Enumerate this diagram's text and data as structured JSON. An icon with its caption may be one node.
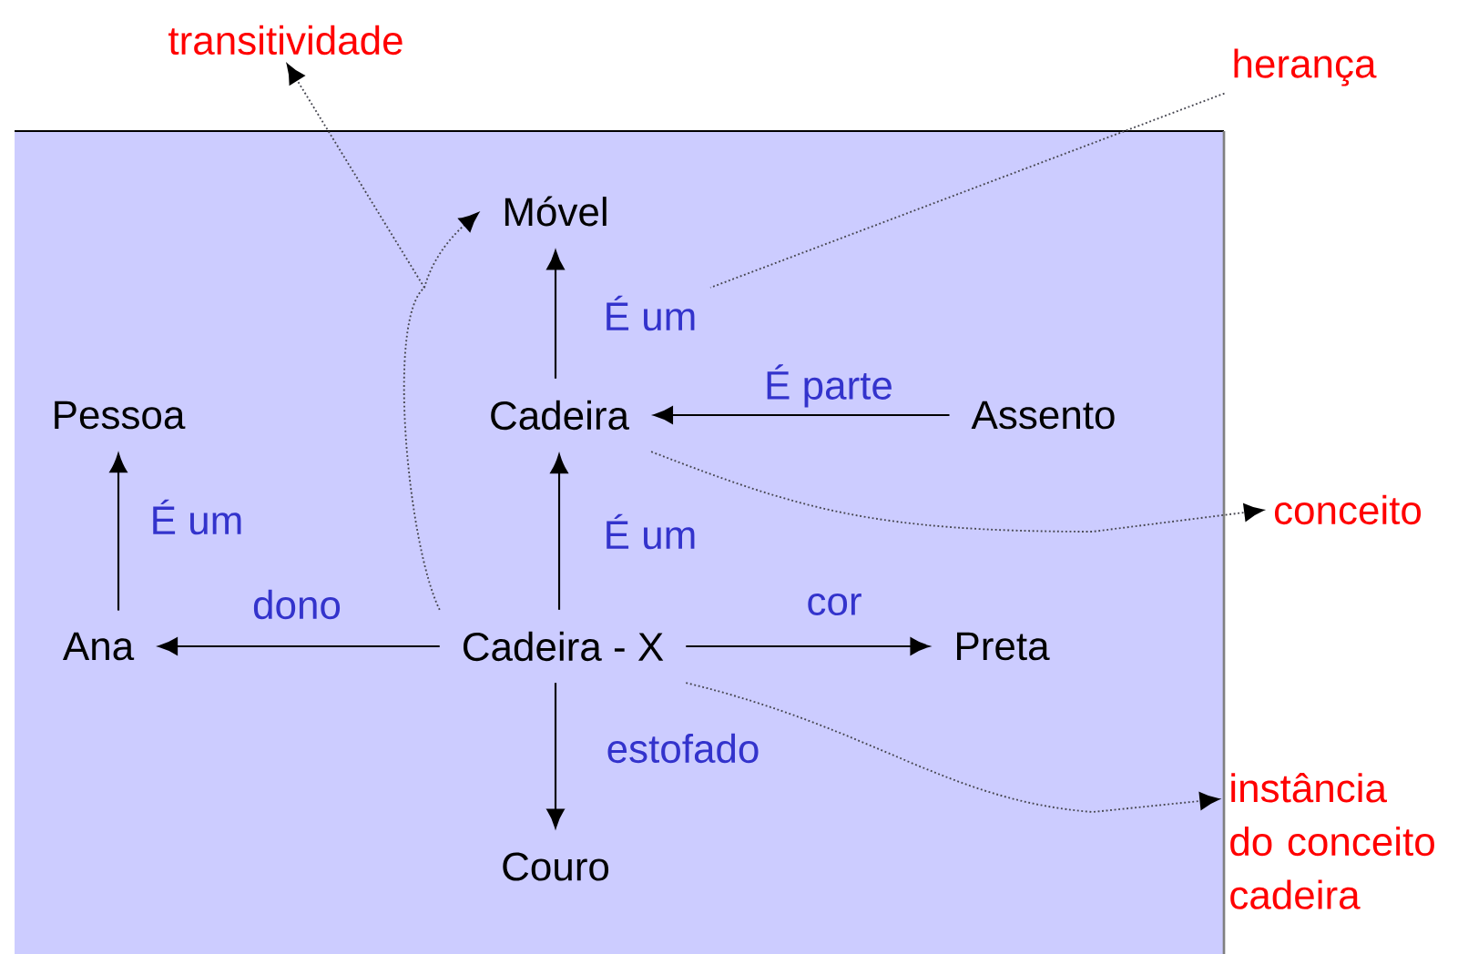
{
  "diagram": {
    "nodes": [
      {
        "text": [
          "Móvel"
        ]
      },
      {
        "text": [
          "Pessoa"
        ]
      },
      {
        "text": [
          "Cadeira"
        ]
      },
      {
        "text": [
          "Assento"
        ]
      },
      {
        "text": [
          "Ana"
        ]
      },
      {
        "text": [
          "Cadeira - X"
        ]
      },
      {
        "text": [
          "Preta"
        ]
      },
      {
        "text": [
          "Couro"
        ]
      },
      {
        "text": [
          "transitividade"
        ]
      },
      {
        "text": [
          "herança"
        ]
      },
      {
        "text": [
          "conceito"
        ]
      },
      {
        "text": [
          "instância do conceito cadeira"
        ]
      }
    ],
    "edges": [
      {
        "from": 2,
        "to": 0,
        "arrow": "to",
        "label": "É um"
      },
      {
        "from": 3,
        "to": 2,
        "arrow": "to",
        "label": "É parte"
      },
      {
        "from": 5,
        "to": 2,
        "arrow": "to",
        "label": "É um"
      },
      {
        "from": 4,
        "to": 1,
        "arrow": "to",
        "label": "É um"
      },
      {
        "from": 5,
        "to": 4,
        "arrow": "to",
        "label": "dono"
      },
      {
        "from": 5,
        "to": 6,
        "arrow": "to",
        "label": "cor"
      },
      {
        "from": 5,
        "to": 7,
        "arrow": "to",
        "label": "estofado"
      },
      {
        "from": 5,
        "to": 0,
        "arrow": "to",
        "style": "dashed"
      },
      {
        "from": null,
        "to": 8,
        "arrow": "to",
        "style": "dashed"
      },
      {
        "from": 9,
        "to": null,
        "arrow": "none",
        "style": "dashed"
      },
      {
        "from": 2,
        "to": 10,
        "arrow": "to",
        "style": "dashed"
      },
      {
        "from": 5,
        "to": 11,
        "arrow": "to",
        "style": "dashed"
      }
    ]
  }
}
